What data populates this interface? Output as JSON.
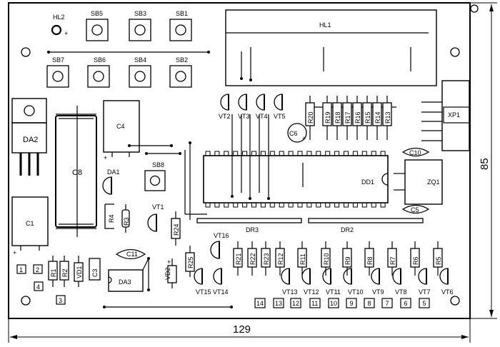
{
  "board": {
    "labels": {
      "hl1": "HL1",
      "hl2": "HL2",
      "xp1": "XP1",
      "dd1": "DD1",
      "zq1": "ZQ1",
      "dr2": "DR2",
      "dr3": "DR3",
      "da1": "DA1",
      "da2": "DA2",
      "da3": "DA3",
      "c1": "C1",
      "c3": "C3",
      "c4": "C4",
      "c5": "C5",
      "c6": "C6",
      "c8": "C8",
      "c10": "C10",
      "c11": "C11",
      "vd1": "VD1",
      "vd2": "VD2",
      "vt1": "VT1",
      "vt16": "VT16",
      "r1": "R1",
      "r2": "R2",
      "r3": "R3",
      "r4": "R4",
      "r24": "R24",
      "r25": "R25",
      "sb1": "SB1",
      "sb2": "SB2",
      "sb3": "SB3",
      "sb4": "SB4",
      "sb5": "SB5",
      "sb6": "SB6",
      "sb7": "SB7",
      "sb8": "SB8"
    },
    "transistors_top": [
      "VT2",
      "VT3",
      "VT4",
      "VT5"
    ],
    "resistor_array": [
      "R20",
      "R19",
      "R18",
      "R17",
      "R16",
      "R15",
      "R14",
      "R13"
    ],
    "bottom_resistors": [
      "R21",
      "R22",
      "R23",
      "R12",
      "R11",
      "R10",
      "R9",
      "R8",
      "R7",
      "R6",
      "R5"
    ],
    "bottom_transistors": [
      "VT15",
      "VT14",
      "VT13",
      "VT12",
      "VT11",
      "VT10",
      "VT9",
      "VT8",
      "VT7",
      "VT6"
    ],
    "terminals_bottom": [
      "14",
      "13",
      "12",
      "11",
      "10",
      "9",
      "8",
      "7",
      "6",
      "5"
    ],
    "terminals_left": [
      "1",
      "2",
      "4",
      "3"
    ],
    "plus": "+"
  },
  "dimensions": {
    "width": "129",
    "height": "85"
  }
}
